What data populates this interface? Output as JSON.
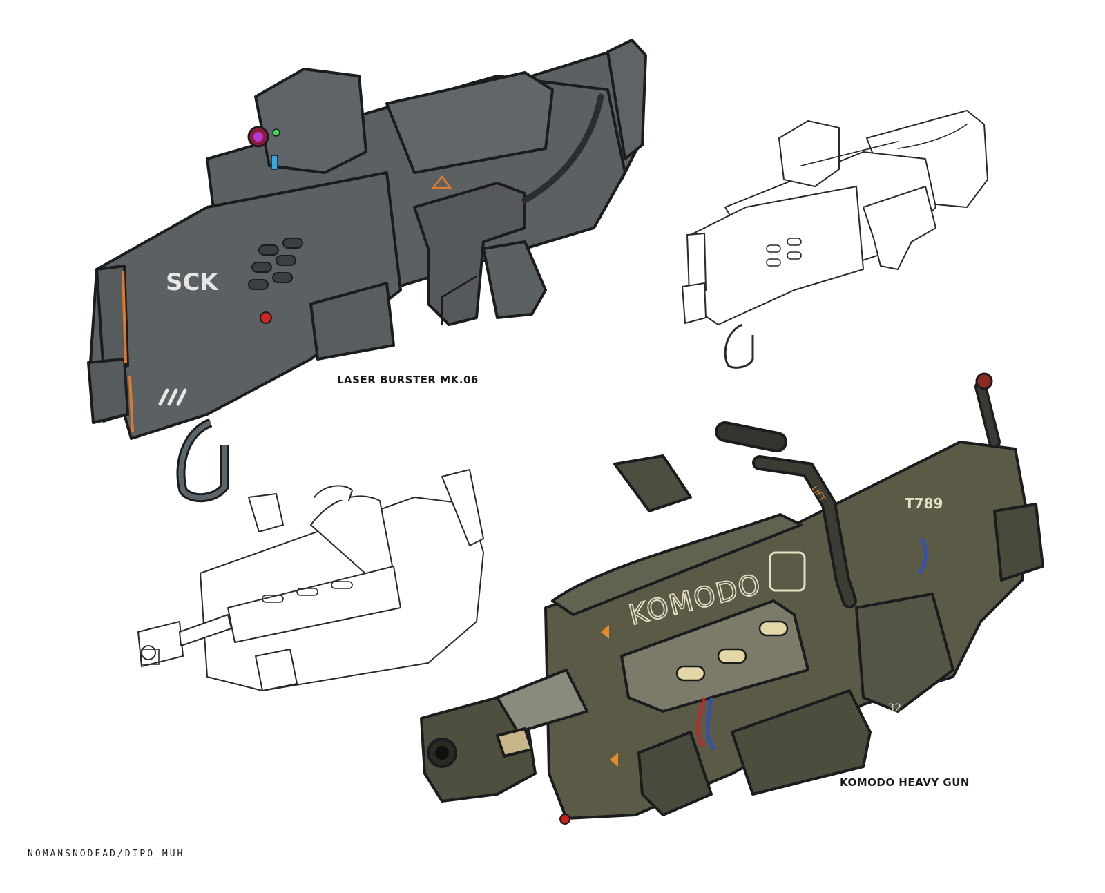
{
  "sheet": {
    "weapons": [
      {
        "name": "LASER BURSTER MK.06",
        "body_text": "SCK",
        "body_color": "#5b6063",
        "accent_color": "#e07a2a"
      },
      {
        "name": "KOMODO HEAVY GUN",
        "body_text": "KOMODO",
        "serial_text": "T789",
        "handle_text": "LIFT",
        "number_text": "32",
        "body_color": "#5a5a47",
        "accent_color": "#e68a2a"
      }
    ],
    "credit": "NOMANSNODEAD/DIPO_MUH"
  }
}
